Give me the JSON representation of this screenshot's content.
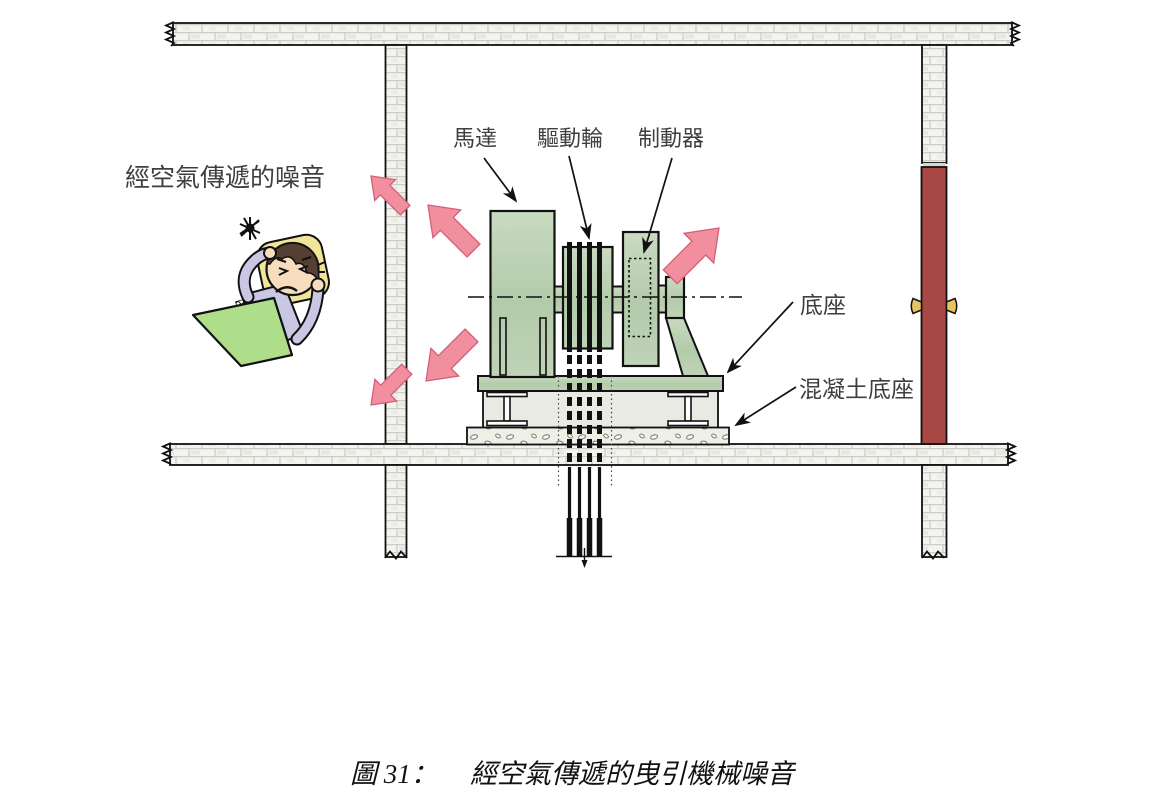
{
  "figure": {
    "number_prefix": "圖 31：",
    "title": "經空氣傳遞的曳引機械噪音"
  },
  "labels": {
    "airborne_noise": "經空氣傳遞的噪音",
    "motor": "馬達",
    "drive_sheave": "驅動輪",
    "brake": "制動器",
    "machine_base": "底座",
    "concrete_base": "混凝土底座"
  },
  "colors": {
    "machine_green": "#bcd2b3",
    "noise_arrow_pink": "#f28f9e",
    "noise_arrow_edge": "#d45f78",
    "door_red": "#a84845",
    "door_knob_gold": "#e6c45f",
    "blanket_green": "#aede8a",
    "shirt_lavender": "#cac7e5",
    "skin_tone": "#f8dcbe",
    "pillow_yellow": "#f0e598",
    "hair_brown": "#544033",
    "label_text": "#3f3f3f"
  }
}
